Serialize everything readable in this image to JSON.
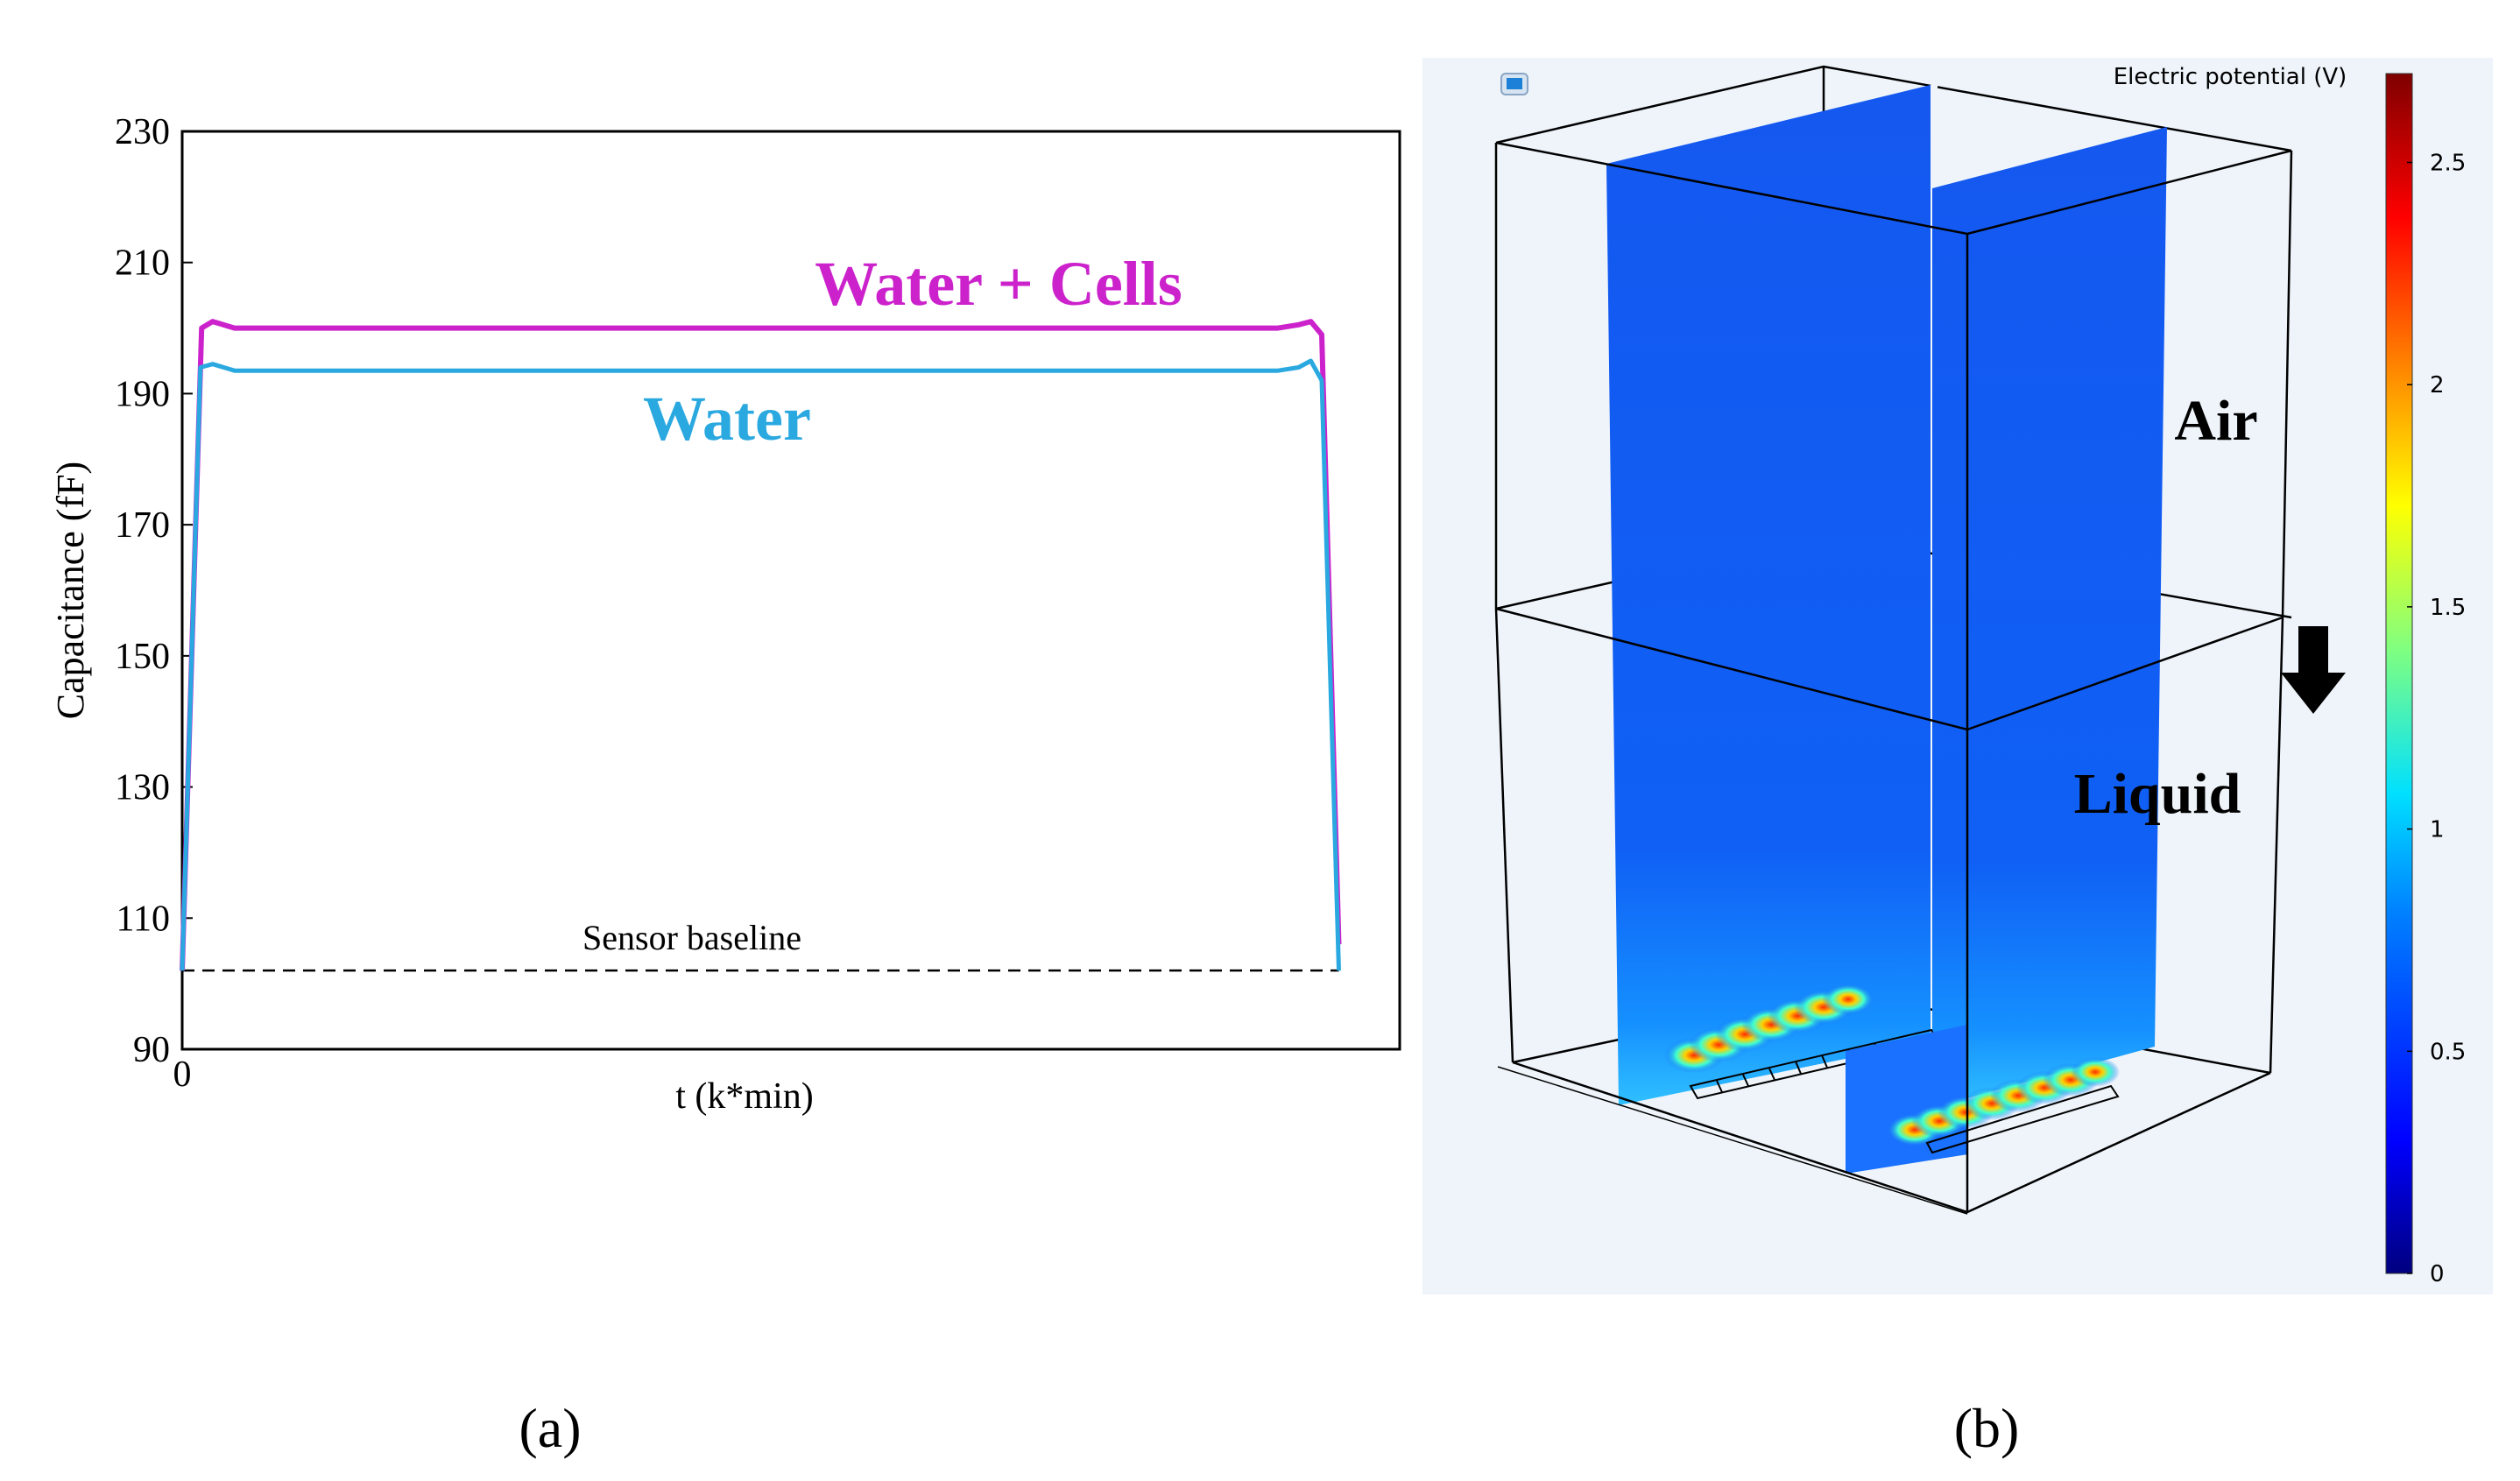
{
  "panel_labels": {
    "a": "(a)",
    "b": "(b)"
  },
  "chart_data": [
    {
      "type": "line",
      "title": "",
      "xlabel": "t (k*min)",
      "ylabel": "Capacitance (fF)",
      "ylim": [
        90,
        230
      ],
      "yticks": [
        90,
        110,
        130,
        150,
        170,
        190,
        210,
        230
      ],
      "xticks": [
        0
      ],
      "xlim": [
        0,
        100
      ],
      "grid": false,
      "legend": "inline labels",
      "series": [
        {
          "name": "Water + Cells",
          "color": "#cc22cc",
          "x": [
            0,
            1.6,
            2.5,
            4.3,
            10,
            50,
            90,
            91.7,
            92.7,
            93.6,
            95
          ],
          "y": [
            102,
            200,
            201,
            200,
            200,
            200,
            200,
            200.5,
            201,
            199,
            106
          ]
        },
        {
          "name": "Water",
          "color": "#2aa8e0",
          "x": [
            0,
            1.5,
            2.5,
            4.3,
            10,
            50,
            90,
            91.7,
            92.7,
            93.6,
            95
          ],
          "y": [
            102,
            194,
            194.5,
            193.5,
            193.5,
            193.5,
            193.5,
            194,
            195,
            192,
            102
          ]
        }
      ],
      "annotations": [
        {
          "text": "Sensor baseline",
          "y": 102,
          "style": "dashed"
        }
      ]
    },
    {
      "type": "heatmap",
      "title": "Electric potential (V)",
      "colorbar_ticks": [
        "0",
        "0.5",
        "1",
        "1.5",
        "2",
        "2.5"
      ],
      "colorbar_range": [
        0,
        2.7
      ],
      "regions": [
        "Air",
        "Liquid"
      ],
      "colormap": [
        "#00007f",
        "#0000ff",
        "#0080ff",
        "#00e0ff",
        "#80ff80",
        "#ffff00",
        "#ff8000",
        "#ff0000",
        "#7f0000"
      ]
    }
  ]
}
